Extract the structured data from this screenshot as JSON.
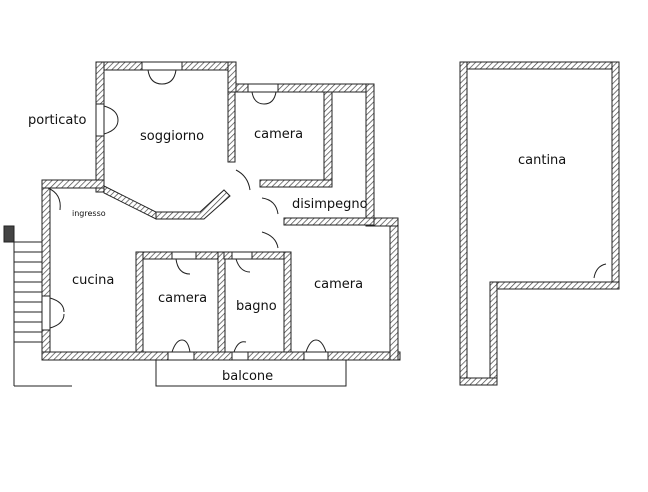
{
  "labels": {
    "porticato": "porticato",
    "soggiorno": "soggiorno",
    "camera_top": "camera",
    "disimpegno": "disimpegno",
    "ingresso": "ingresso",
    "cucina": "cucina",
    "camera_mid": "camera",
    "bagno": "bagno",
    "camera_right": "camera",
    "balcone": "balcone",
    "cantina": "cantina"
  }
}
